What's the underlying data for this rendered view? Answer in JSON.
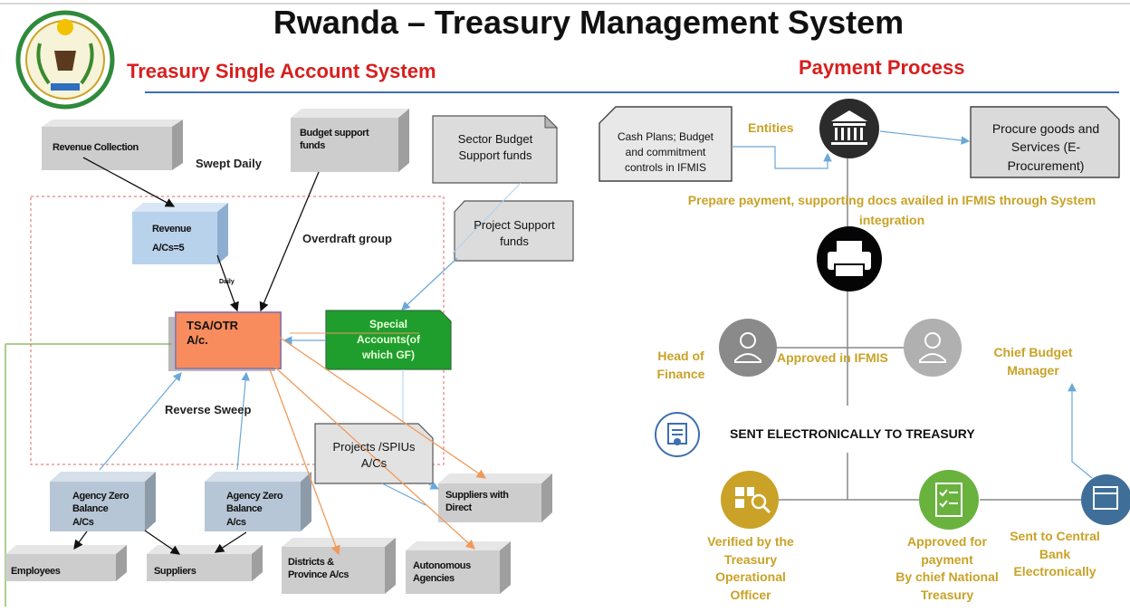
{
  "title": "Rwanda – Treasury Management System",
  "left_subtitle": "Treasury Single Account System",
  "right_subtitle": "Payment Process",
  "tsa": {
    "revenue_collection": "Revenue Collection",
    "budget_support": [
      "Budget support",
      "funds"
    ],
    "sector_budget": [
      "Sector Budget",
      "Support funds"
    ],
    "swept_daily": "Swept Daily",
    "revenue": [
      "Revenue",
      "A/Cs=5"
    ],
    "overdraft_group": "Overdraft group",
    "project_support": [
      "Project Support",
      "funds"
    ],
    "daily": "Daily",
    "tsa_otr": [
      "TSA/OTR",
      "A/c."
    ],
    "special_accounts": [
      "Special",
      "Accounts(of",
      "which GF)"
    ],
    "reverse_sweep": "Reverse Sweep",
    "projects_spius": [
      "Projects /SPIUs",
      "A/Cs"
    ],
    "agency_zero_1": [
      "Agency Zero",
      "Balance",
      "A/Cs"
    ],
    "agency_zero_2": [
      "Agency Zero",
      "Balance",
      "A/cs"
    ],
    "suppliers_direct": [
      "Suppliers with",
      "Direct"
    ],
    "employees": "Employees",
    "suppliers": "Suppliers",
    "districts": [
      "Districts &",
      "Province A/cs"
    ],
    "autonomous": [
      "Autonomous",
      "Agencies"
    ]
  },
  "payment": {
    "cash_plans": [
      "Cash Plans; Budget",
      "and commitment",
      "controls in IFMIS"
    ],
    "entities": "Entities",
    "procure": [
      "Procure goods and",
      "Services (E-",
      "Procurement)"
    ],
    "prepare_payment": [
      "Prepare payment, supporting docs availed in IFMIS through System",
      "integration"
    ],
    "head_of_finance": [
      "Head of",
      "Finance"
    ],
    "approved_ifmis": "Approved in IFMIS",
    "chief_budget": [
      "Chief Budget",
      "Manager"
    ],
    "sent_electronically": "SENT ELECTRONICALLY TO TREASURY",
    "verified": [
      "Verified by the",
      "Treasury",
      "Operational",
      "Officer"
    ],
    "approved_payment": [
      "Approved for",
      "payment",
      "By chief National",
      "Treasury"
    ],
    "sent_central": [
      "Sent to Central",
      "Bank",
      "Electronically"
    ]
  },
  "icons": {
    "logo": "rwanda-coat-of-arms",
    "entities": "bank-building-icon",
    "printer": "printer-icon",
    "head_of_finance": "person-icon",
    "chief_budget": "person-icon",
    "sent_electronically": "document-icon",
    "verified": "search-document-icon",
    "approved_payment": "checklist-icon",
    "central_bank": "screen-icon"
  },
  "colors": {
    "title_red": "#d81e1e",
    "gold": "#c9a227",
    "tsa_orange": "#f98c5c",
    "special_green": "#1f9e2e",
    "revenue_blue": "#b9d2ec",
    "box_gray": "#cfcfcf"
  }
}
